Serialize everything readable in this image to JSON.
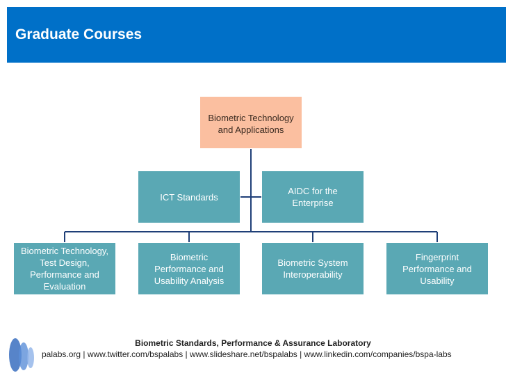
{
  "header": {
    "title": "Graduate Courses"
  },
  "org_chart": {
    "root": "Biometric Technology\nand Applications",
    "level2": [
      "ICT Standards",
      "AIDC for the\nEnterprise"
    ],
    "level3": [
      "Biometric Technology,\nTest Design,\nPerformance and\nEvaluation",
      "Biometric\nPerformance and\nUsability Analysis",
      "Biometric System\nInteroperability",
      "Fingerprint\nPerformance and\nUsability"
    ]
  },
  "footer": {
    "title": "Biometric Standards, Performance & Assurance Laboratory",
    "links": "palabs.org | www.twitter.com/bspalabs | www.slideshare.net/bspalabs | www.linkedin.com/companies/bspa-labs"
  },
  "colors": {
    "header": "#0070c8",
    "root_box": "#fbbfa0",
    "child_box": "#5aa8b4",
    "connector": "#1f3f78"
  }
}
